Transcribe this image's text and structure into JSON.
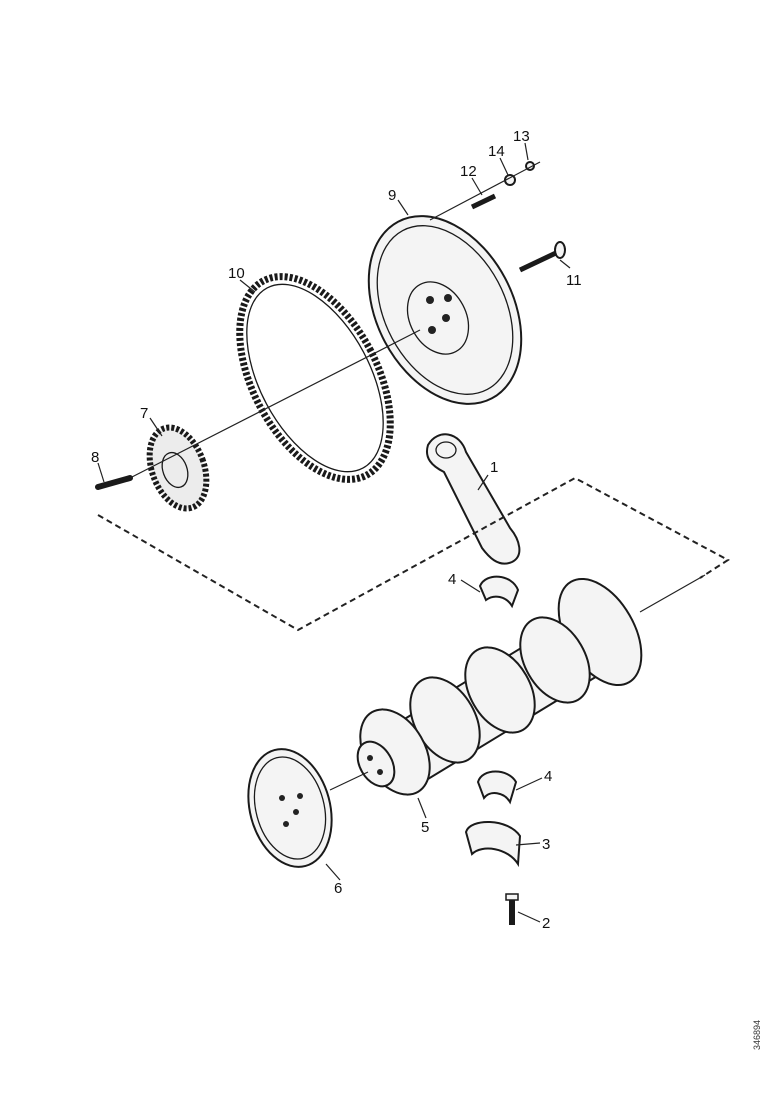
{
  "callouts": {
    "c1": "1",
    "c2": "2",
    "c3": "3",
    "c4a": "4",
    "c4b": "4",
    "c5": "5",
    "c6": "6",
    "c7": "7",
    "c8": "8",
    "c9": "9",
    "c10": "10",
    "c11": "11",
    "c12": "12",
    "c13": "13",
    "c14": "14"
  },
  "reference_code": "346894"
}
